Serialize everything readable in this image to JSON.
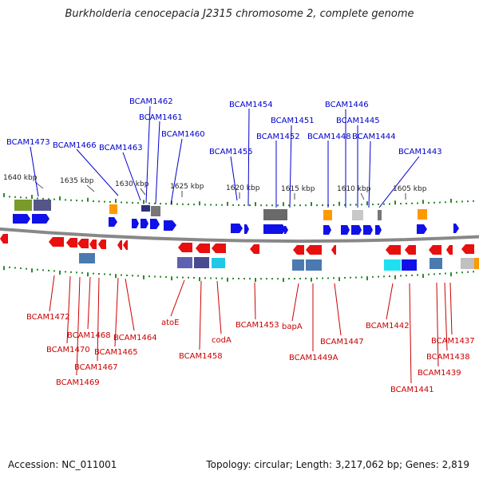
{
  "header": {
    "title": "Burkholderia cenocepacia J2315 chromosome 2, complete genome"
  },
  "footer": {
    "accession": "Accession: NC_011001",
    "summary": "Topology: circular; Length: 3,217,062 bp; Genes: 2,819"
  },
  "colors": {
    "forward_label": "#0000cc",
    "reverse_label": "#cc0000",
    "forward_gene": "#1010e8",
    "reverse_gene": "#e80f0f",
    "tick": "#2a8a2a",
    "backbone": "#888888"
  },
  "scale_ticks": [
    {
      "label": "1640 kbp",
      "pos": 1640
    },
    {
      "label": "1635 kbp",
      "pos": 1635
    },
    {
      "label": "1630 kbp",
      "pos": 1630
    },
    {
      "label": "1625 kbp",
      "pos": 1625
    },
    {
      "label": "1620 kbp",
      "pos": 1620
    },
    {
      "label": "1615 kbp",
      "pos": 1615
    },
    {
      "label": "1610 kbp",
      "pos": 1610
    },
    {
      "label": "1605 kbp",
      "pos": 1605
    }
  ],
  "forward_labels": [
    {
      "text": "BCAM1473",
      "gene": 1473
    },
    {
      "text": "BCAM1466",
      "gene": 1466
    },
    {
      "text": "BCAM1463",
      "gene": 1463
    },
    {
      "text": "BCAM1462",
      "gene": 1462
    },
    {
      "text": "BCAM1461",
      "gene": 1461
    },
    {
      "text": "BCAM1460",
      "gene": 1460
    },
    {
      "text": "BCAM1455",
      "gene": 1455
    },
    {
      "text": "BCAM1454",
      "gene": 1454
    },
    {
      "text": "BCAM1452",
      "gene": 1452
    },
    {
      "text": "BCAM1451",
      "gene": 1451
    },
    {
      "text": "BCAM1448",
      "gene": 1448
    },
    {
      "text": "BCAM1446",
      "gene": 1446
    },
    {
      "text": "BCAM1445",
      "gene": 1445
    },
    {
      "text": "BCAM1444",
      "gene": 1444
    },
    {
      "text": "BCAM1443",
      "gene": 1443
    }
  ],
  "reverse_labels": [
    {
      "text": "BCAM1472",
      "gene": 1472
    },
    {
      "text": "BCAM1470",
      "gene": 1470
    },
    {
      "text": "BCAM1469",
      "gene": 1469
    },
    {
      "text": "BCAM1468",
      "gene": 1468
    },
    {
      "text": "BCAM1467",
      "gene": 1467
    },
    {
      "text": "BCAM1465",
      "gene": 1465
    },
    {
      "text": "BCAM1464",
      "gene": 1464
    },
    {
      "text": "atoE",
      "gene": "atoE"
    },
    {
      "text": "BCAM1458",
      "gene": 1458
    },
    {
      "text": "codA",
      "gene": "codA"
    },
    {
      "text": "BCAM1453",
      "gene": 1453
    },
    {
      "text": "bapA",
      "gene": "bapA"
    },
    {
      "text": "BCAM1449A",
      "gene": "1449A"
    },
    {
      "text": "BCAM1447",
      "gene": 1447
    },
    {
      "text": "BCAM1442",
      "gene": 1442
    },
    {
      "text": "BCAM1441",
      "gene": 1441
    },
    {
      "text": "BCAM1439",
      "gene": 1439
    },
    {
      "text": "BCAM1438",
      "gene": 1438
    },
    {
      "text": "BCAM1437",
      "gene": 1437
    }
  ]
}
